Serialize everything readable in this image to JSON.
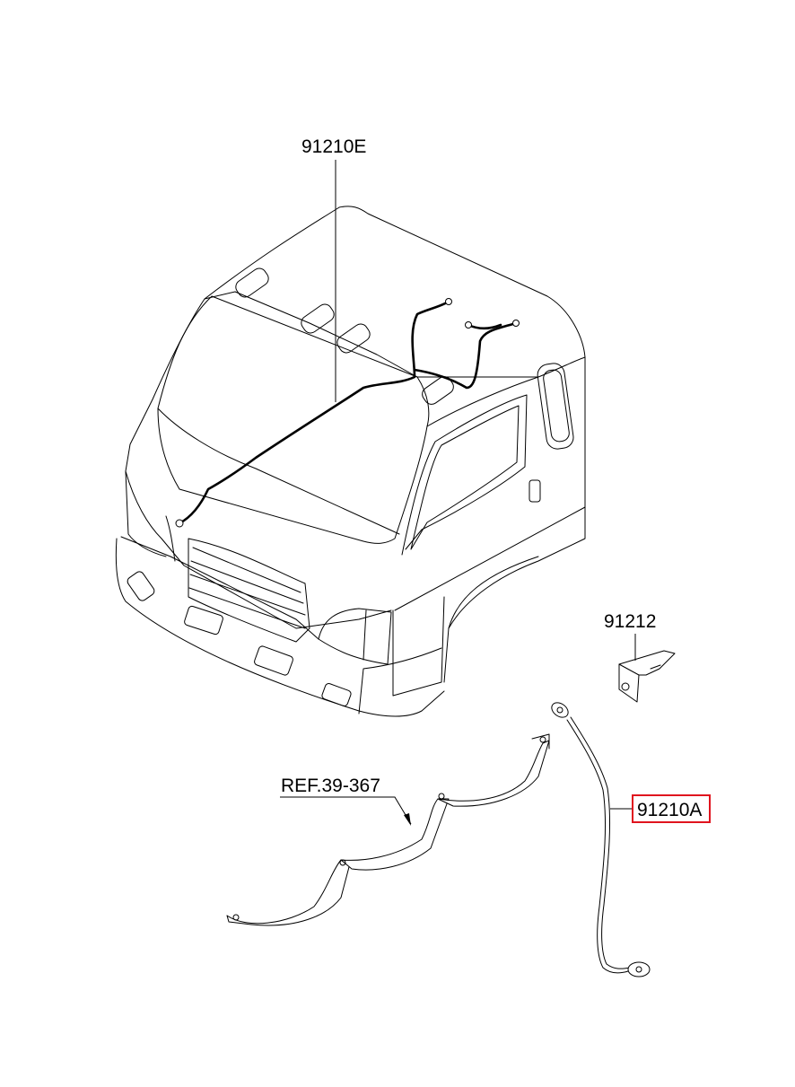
{
  "diagram": {
    "labels": {
      "main_harness": "91210E",
      "bracket": "91212",
      "reference": "REF.39-367",
      "ground_cable": "91210A"
    },
    "highlighted_part": "91210A",
    "colors": {
      "line": "#000000",
      "background": "#ffffff",
      "highlight": "#e0141e"
    }
  }
}
